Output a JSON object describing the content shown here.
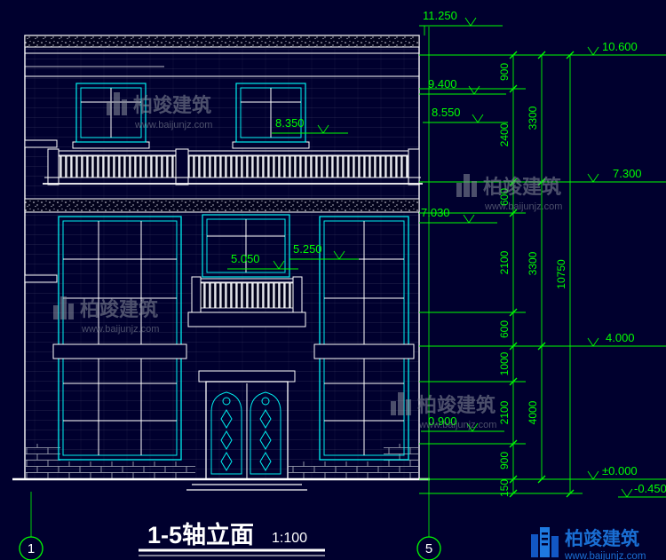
{
  "title_block": {
    "title": "1-5轴立面",
    "scale": "1:100"
  },
  "axis_bubbles": {
    "left": "1",
    "right": "5"
  },
  "levels": {
    "l11250": "11.250",
    "l10600": "10.600",
    "l9400": "9.400",
    "l8550": "8.550",
    "l8350": "8.350",
    "l7300": "7.300",
    "l7030": "7.030",
    "l5250": "5.250",
    "l5050": "5.050",
    "l4000": "4.000",
    "l0900": "0.900",
    "l0000": "±0.000",
    "lm0450": "-0.450"
  },
  "dims": {
    "inner": [
      "900",
      "2400",
      "600",
      "2100",
      "600",
      "1000",
      "2100",
      "900",
      "150"
    ],
    "middle": [
      "3300",
      "3300",
      "4000"
    ],
    "total": "10750"
  },
  "watermark": {
    "brand": "柏竣建筑",
    "url": "www.baijunjz.com"
  },
  "logo": {
    "brand": "柏竣建筑",
    "url": "www.baijunjz.com"
  },
  "colors": {
    "background": "#00002e",
    "wall_line": "#ffffff",
    "window_line": "#00f0f0",
    "dimension": "#00ff00",
    "watermark": "#8a919e",
    "logo_blue": "#1a6fd4"
  }
}
